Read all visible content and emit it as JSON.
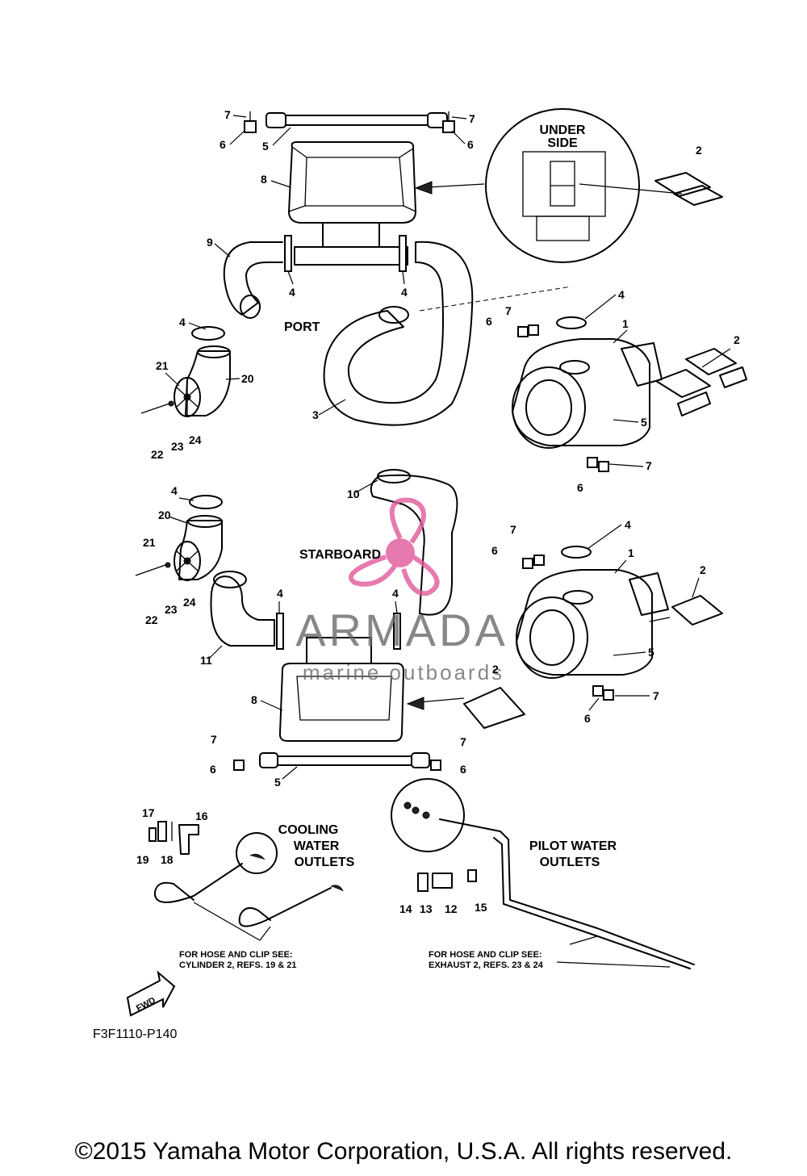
{
  "labels": {
    "under_side_1": "UNDER",
    "under_side_2": "SIDE",
    "port": "PORT",
    "starboard": "STARBOARD",
    "cooling_1": "COOLING",
    "cooling_2": "WATER",
    "cooling_3": "OUTLETS",
    "pilot_1": "PILOT WATER",
    "pilot_2": "OUTLETS",
    "note_left_1": "FOR HOSE AND CLIP SEE:",
    "note_left_2": "CYLINDER 2, REFS. 19 & 21",
    "note_right_1": "FOR HOSE AND CLIP SEE:",
    "note_right_2": "EXHAUST 2, REFS. 23 & 24",
    "fwd": "FWD",
    "figure_ref": "F3F1110-P140"
  },
  "callouts": [
    "7",
    "6",
    "5",
    "7",
    "6",
    "8",
    "2",
    "9",
    "4",
    "4",
    "4",
    "7",
    "6",
    "1",
    "2",
    "PORT",
    "21",
    "20",
    "4",
    "3",
    "5",
    "7",
    "6",
    "22",
    "23",
    "24",
    "10",
    "4",
    "20",
    "7",
    "6",
    "4",
    "1",
    "2",
    "21",
    "11",
    "4",
    "4",
    "5",
    "22",
    "23",
    "24",
    "2",
    "8",
    "7",
    "6",
    "5",
    "7",
    "6",
    "17",
    "16",
    "19",
    "18",
    "14",
    "13",
    "12",
    "15"
  ],
  "watermark": {
    "brand": "ARMADA",
    "tagline": "marine outboards",
    "brand_color": "#e05a9a",
    "text_color": "#666666"
  },
  "copyright": "©2015 Yamaha Motor Corporation, U.S.A. All rights reserved."
}
